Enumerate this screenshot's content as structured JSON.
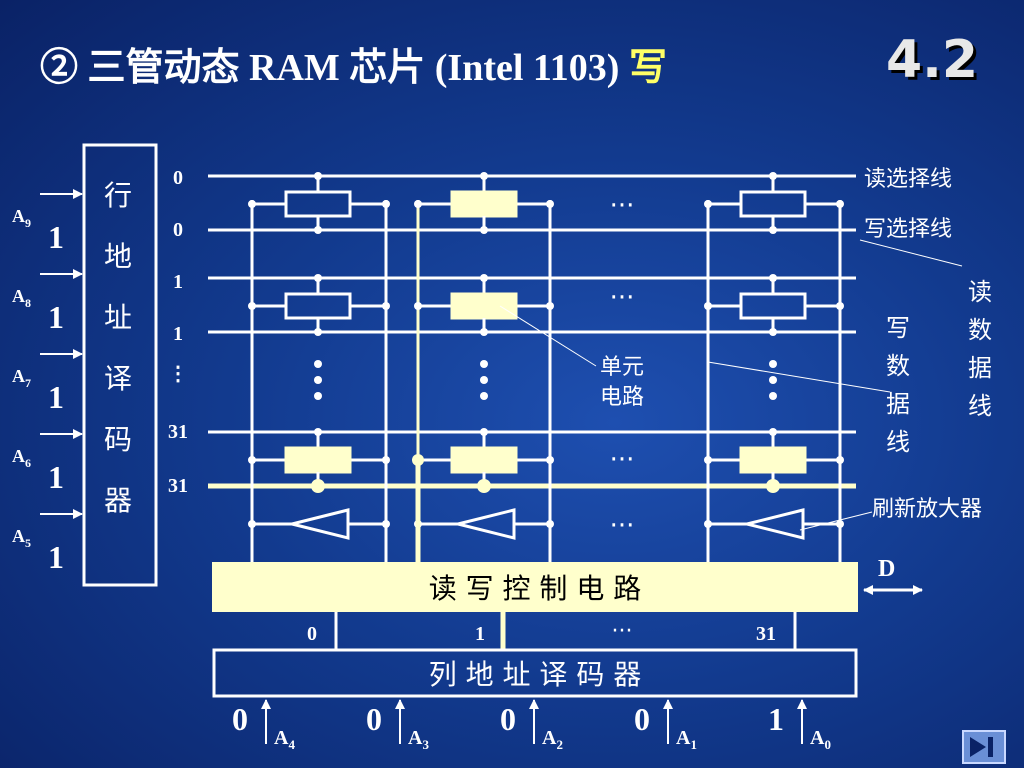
{
  "slide": {
    "title_prefix": "② 三管动态 RAM 芯片 (Intel 1103)",
    "title_highlight": "写",
    "section": "4.2"
  },
  "row_decoder": {
    "chars": [
      "行",
      "地",
      "址",
      "译",
      "码",
      "器"
    ],
    "inputs": [
      {
        "name": "A",
        "sub": "9",
        "value": "1"
      },
      {
        "name": "A",
        "sub": "8",
        "value": "1"
      },
      {
        "name": "A",
        "sub": "7",
        "value": "1"
      },
      {
        "name": "A",
        "sub": "6",
        "value": "1"
      },
      {
        "name": "A",
        "sub": "5",
        "value": "1"
      }
    ],
    "row_numbers": [
      "0",
      "0",
      "1",
      "1",
      "⋮",
      "31",
      "31"
    ]
  },
  "labels": {
    "read_select": "读选择线",
    "write_select": "写选择线",
    "read_data_line": [
      "读",
      "数",
      "据",
      "线"
    ],
    "write_data_line": [
      "写",
      "数",
      "据",
      "线"
    ],
    "unit_circuit": [
      "单元",
      "电路"
    ],
    "refresh_amp": "刷新放大器",
    "ellipsis": "···",
    "d_label": "D"
  },
  "rw_control": {
    "label": "读 写 控 制 电 路",
    "cols": [
      "0",
      "1",
      "···",
      "31"
    ]
  },
  "col_decoder": {
    "label": "列 地 址 译 码 器",
    "inputs": [
      {
        "value": "0",
        "name": "A",
        "sub": "4"
      },
      {
        "value": "0",
        "name": "A",
        "sub": "3"
      },
      {
        "value": "0",
        "name": "A",
        "sub": "2"
      },
      {
        "value": "0",
        "name": "A",
        "sub": "1"
      },
      {
        "value": "1",
        "name": "A",
        "sub": "0"
      }
    ]
  },
  "colors": {
    "wire": "#ffffff",
    "highlight_wire": "#ffffcc",
    "selected_cell": "#ffffcc",
    "accent_title": "#ffff66"
  }
}
